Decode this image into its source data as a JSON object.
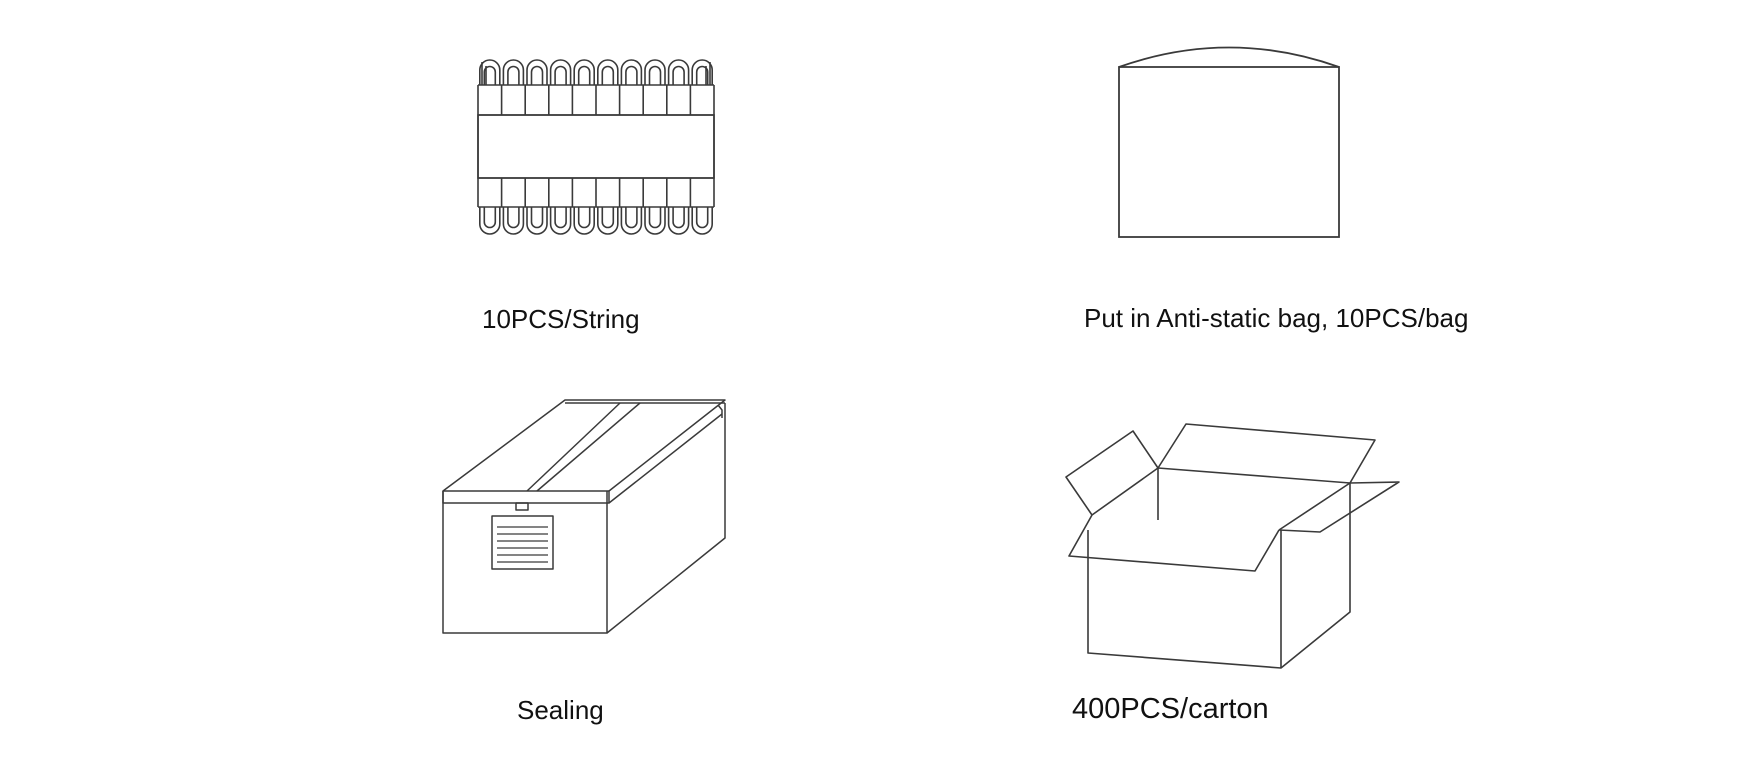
{
  "steps": [
    {
      "icon": "led-module-string-icon",
      "caption": "10PCS/String"
    },
    {
      "icon": "anti-static-bag-icon",
      "caption": "Put in Anti-static bag, 10PCS/bag"
    },
    {
      "icon": "sealed-box-icon",
      "caption": "Sealing"
    },
    {
      "icon": "open-carton-icon",
      "caption": "400PCS/carton"
    }
  ],
  "colors": {
    "stroke": "#3a3a3a",
    "text": "#111111",
    "background": "#ffffff"
  }
}
